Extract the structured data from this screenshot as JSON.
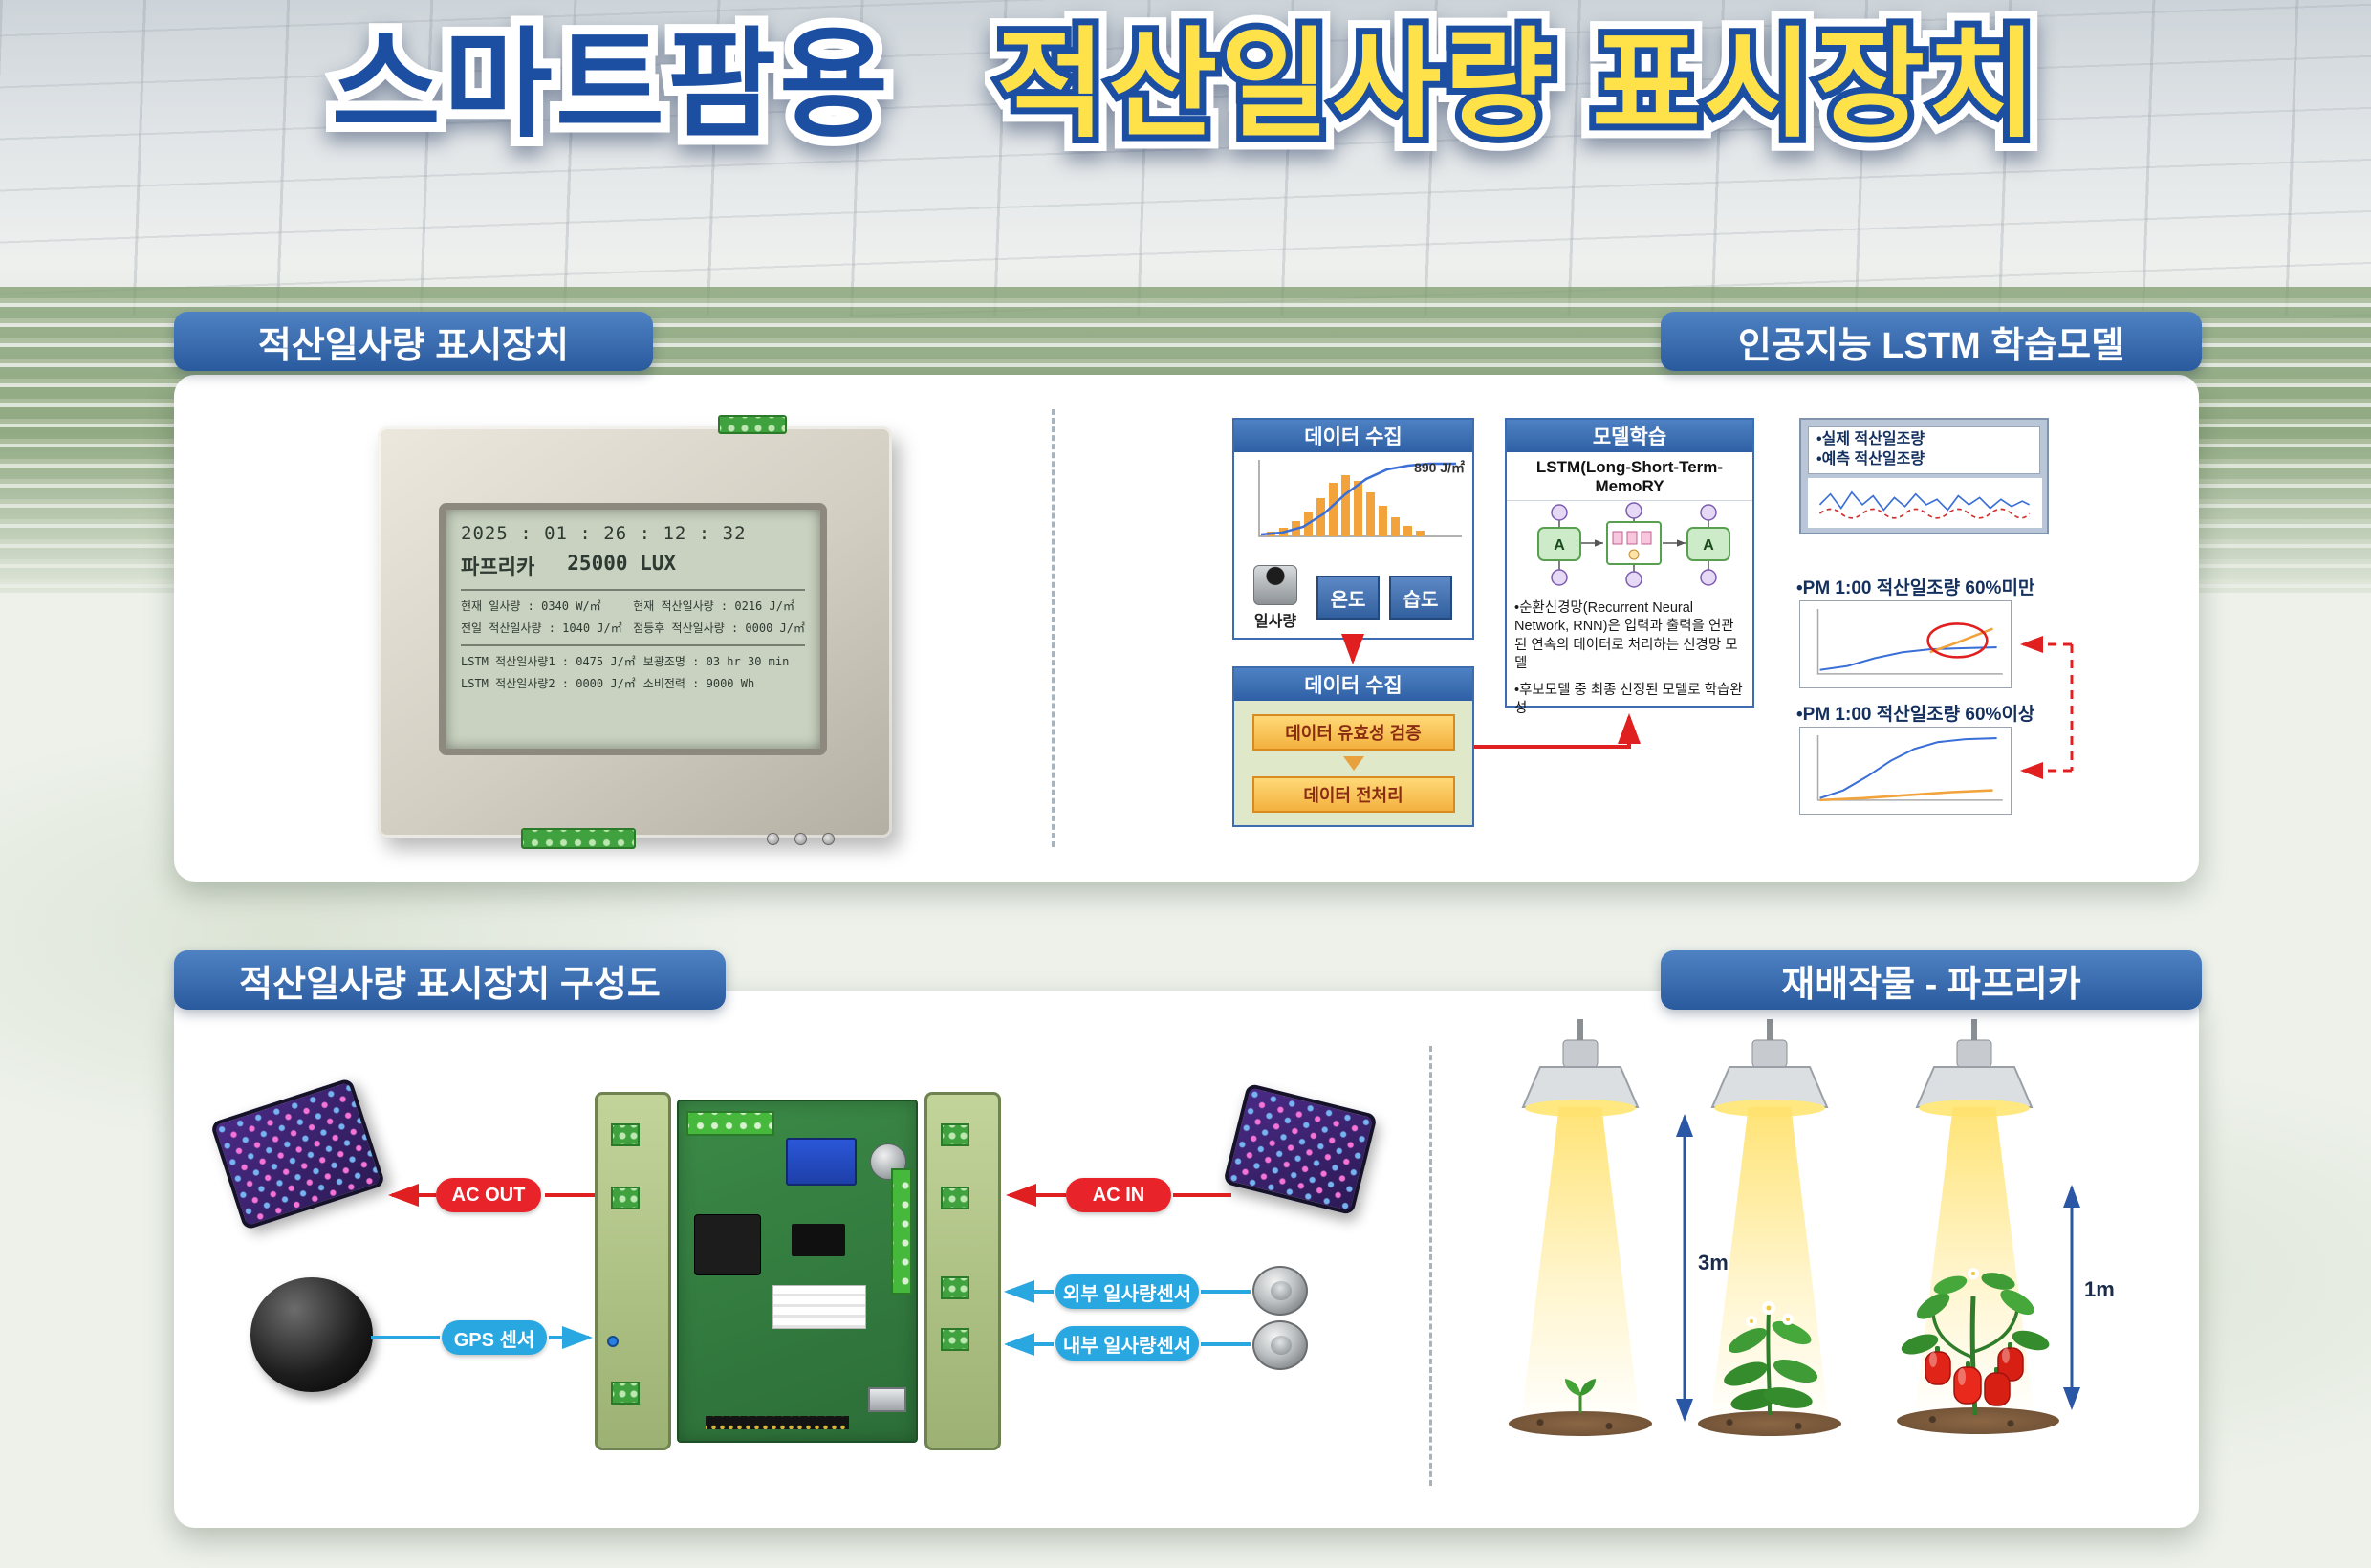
{
  "title": {
    "part1": "스마트팜용",
    "part2": "적산일사량 표시장치"
  },
  "panel_display": {
    "badge_left": "적산일사량 표시장치",
    "badge_right": "인공지능 LSTM 학습모델"
  },
  "lcd": {
    "time": "2025 : 01 : 26 : 12 : 32",
    "crop": "파프리카",
    "lux": "25000 LUX",
    "rows_a": [
      {
        "l": "현재 일사량 : 0340 W/㎡",
        "r": "현재 적산일사량 : 0216 J/㎡"
      },
      {
        "l": "전일 적산일사량 : 1040 J/㎡",
        "r": "점등후 적산일사량 : 0000 J/㎡"
      }
    ],
    "rows_b": [
      {
        "l": "LSTM 적산일사량1 : 0475 J/㎡",
        "r": "보광조명 : 03 hr 30 min"
      },
      {
        "l": "LSTM 적산일사량2 : 0000 J/㎡",
        "r": "소비전력 : 9000 Wh"
      }
    ]
  },
  "flow": {
    "collect": {
      "header": "데이터 수집",
      "value": "890 J/㎡",
      "sensor": "일사량",
      "temp": "온도",
      "hum": "습도"
    },
    "preprocess": {
      "header": "데이터 수집",
      "step1": "데이터 유효성 검증",
      "step2": "데이터 전처리"
    },
    "model": {
      "header": "모델학습",
      "title": "LSTM(Long-Short-Term-MemoRY",
      "node": "A",
      "bullet1": "•순환신경망(Recurrent Neural Network, RNN)은 입력과 출력을 연관된 연속의 데이터로 처리하는 신경망 모델",
      "bullet2": "•후보모델 중 최종 선정된 모델로 학습완성"
    },
    "legend": {
      "item1": "•실제 적산일조량",
      "item2": "•예측 적산일조량"
    },
    "case1": "•PM 1:00 적산일조량 60%미만",
    "case2": "•PM 1:00 적산일조량 60%이상"
  },
  "panel_config": {
    "badge_left": "적산일사량 표시장치 구성도",
    "badge_right": "재배작물 - 파프리카",
    "ac_out": "AC OUT",
    "ac_in": "AC IN",
    "gps": "GPS 센서",
    "ext_sensor": "외부 일사량센서",
    "int_sensor": "내부 일사량센서",
    "height_tall": "3m",
    "height_short": "1m"
  },
  "colors": {
    "badge_blue": "#2e5fa5",
    "accent_red": "#e02020",
    "accent_cyan": "#29a7e1",
    "title_blue": "#1c4fa1",
    "title_yellow": "#ffe24a"
  }
}
